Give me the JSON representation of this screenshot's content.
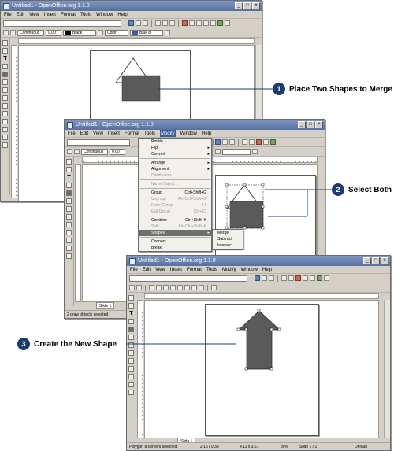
{
  "window1": {
    "title": "Untitled1 - OpenOffice.org 1.1.0",
    "menus": [
      "File",
      "Edit",
      "View",
      "Insert",
      "Format",
      "Tools",
      "Window",
      "Help"
    ],
    "line_style": "Continuous",
    "line_width": "0.00\"",
    "line_color": "Black",
    "area_style": "Color",
    "area_color": "Blue 8"
  },
  "window2": {
    "title": "Untitled1 - OpenOffice.org 1.1.0",
    "menus": [
      "File",
      "Edit",
      "View",
      "Insert",
      "Format",
      "Tools",
      "Modify",
      "Window",
      "Help"
    ],
    "line_style": "Continuous",
    "line_width": "0.00\"",
    "slide_tab": "Slide 1",
    "status": "2 draw objects selected"
  },
  "modify_menu": {
    "items": [
      {
        "label": "Rotate"
      },
      {
        "label": "Flip",
        "submenu": true
      },
      {
        "label": "Convert",
        "submenu": true
      },
      {
        "label": "Arrange",
        "submenu": true
      },
      {
        "label": "Alignment",
        "submenu": true
      },
      {
        "label": "Distribution..."
      },
      {
        "label": "Name Object..."
      },
      {
        "label": "Group",
        "shortcut": "Ctrl+Shift+G"
      },
      {
        "label": "Ungroup",
        "shortcut": "Alt+Ctrl+Shift+G"
      },
      {
        "label": "Enter Group",
        "shortcut": "F3"
      },
      {
        "label": "Exit Group",
        "shortcut": "Ctrl+F3"
      },
      {
        "label": "Combine",
        "shortcut": "Ctrl+Shift+K"
      },
      {
        "label": "Split",
        "shortcut": "Alt+Ctrl+Shift+K"
      },
      {
        "label": "Shapes",
        "submenu": true
      },
      {
        "label": "Connect"
      },
      {
        "label": "Break"
      }
    ],
    "shapes_submenu": [
      "Merge",
      "Subtract",
      "Intersect"
    ]
  },
  "window3": {
    "title": "Untitled1 - OpenOffice.org 1.1.0",
    "menus": [
      "File",
      "Edit",
      "View",
      "Insert",
      "Format",
      "Tools",
      "Modify",
      "Window",
      "Help"
    ],
    "slide_tab": "Slide 1",
    "status_selection": "Polygon 8 corners selected",
    "status_position": "2.16 / 0.39",
    "status_size": "4.11 x 3.67",
    "status_zoom": "39%",
    "status_slide": "Slide 1 / 1",
    "status_layout": "Default"
  },
  "callouts": [
    {
      "number": "1",
      "text": "Place Two Shapes to Merge"
    },
    {
      "number": "2",
      "text": "Select Both"
    },
    {
      "number": "3",
      "text": "Create the New Shape"
    }
  ],
  "colors": {
    "title_bar": "#566f9e",
    "badge": "#1d3b73",
    "shape_fill": "#5a5a5a",
    "menu_highlight": "#6e6e6e"
  }
}
